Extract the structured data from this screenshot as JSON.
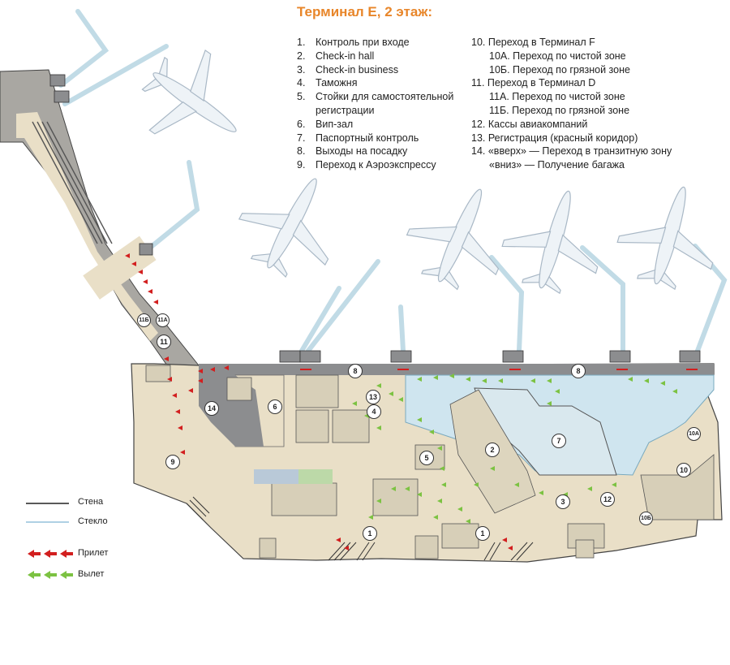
{
  "title": "Терминал E, 2 этаж:",
  "legend_left": [
    {
      "num": "1.",
      "text": "Контроль при входе"
    },
    {
      "num": "2.",
      "text": "Check-in hall"
    },
    {
      "num": "3.",
      "text": "Check-in business"
    },
    {
      "num": "4.",
      "text": "Таможня"
    },
    {
      "num": "5.",
      "text": "Стойки для самостоятельной"
    },
    {
      "num": "",
      "text": "регистрации"
    },
    {
      "num": "6.",
      "text": "Вип-зал"
    },
    {
      "num": "7.",
      "text": "Паспортный контроль"
    },
    {
      "num": "8.",
      "text": "Выходы на посадку"
    },
    {
      "num": "9.",
      "text": "Переход к Аэроэкспрессу"
    }
  ],
  "legend_right": [
    "10. Переход в Терминал F",
    "10А. Переход по чистой зоне",
    "10Б. Переход по грязной зоне",
    "11.  Переход в Терминал D",
    "11А. Переход по чистой зоне",
    "11Б.  Переход по грязной зоне",
    "12. Кассы авиакомпаний",
    "13. Регистрация (красный коридор)",
    "14. «вверх» — Переход в транзитную зону",
    "«вниз» — Получение багажа"
  ],
  "key": {
    "wall": "Стена",
    "glass": "Стекло",
    "arrival": "Прилет",
    "departure": "Вылет"
  },
  "colors": {
    "title": "#e8862a",
    "floor": "#e9dfc7",
    "apron": "#8c8d8f",
    "gray_area": "#a9a7a2",
    "glass_zone": "#cfe5ef",
    "jetway": "#c1dbe6",
    "plane": "#eef3f7",
    "arrival": "#d21f1f",
    "departure": "#7cc242",
    "wall": "#222222"
  },
  "badges": [
    "1",
    "1",
    "2",
    "3",
    "4",
    "5",
    "6",
    "7",
    "8",
    "8",
    "9",
    "10",
    "10А",
    "10Б",
    "11",
    "11А",
    "11Б",
    "12",
    "13",
    "14"
  ]
}
